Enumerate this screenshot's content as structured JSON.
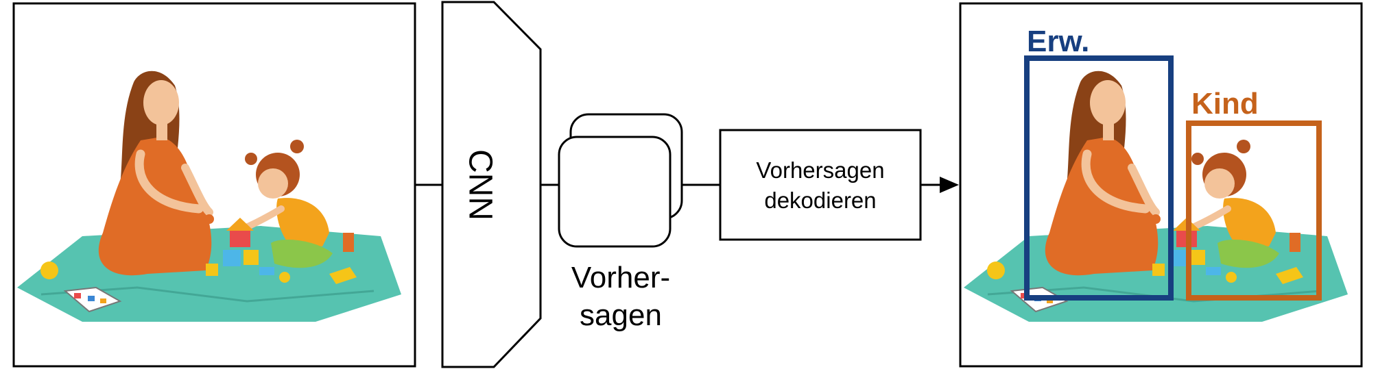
{
  "diagram": {
    "network_label": "CNN",
    "predictions_label_line1": "Vorher-",
    "predictions_label_line2": "sagen",
    "decode_line1": "Vorhersagen",
    "decode_line2": "dekodieren",
    "detection_label_adult": "Erw.",
    "detection_label_child": "Kind",
    "colors": {
      "adult_box": "#173f80",
      "child_box": "#c5621b",
      "stroke": "#000000",
      "mat": "#56c3b0",
      "dress": "#e06c26",
      "hair": "#8a4216",
      "skin": "#f3c39a",
      "shirt": "#f3a31c",
      "pants": "#8bc64a"
    }
  }
}
